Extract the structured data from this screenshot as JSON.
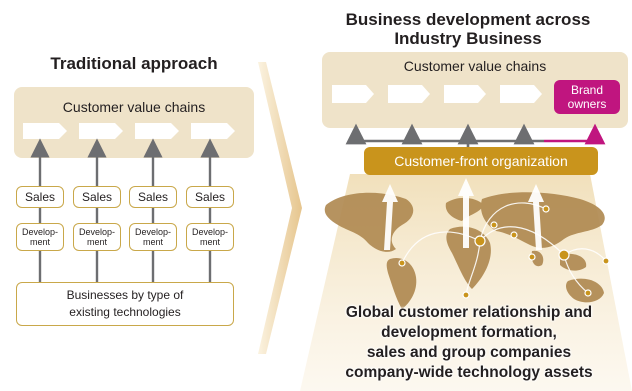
{
  "left": {
    "title": "Traditional approach",
    "panel_title": "Customer value chains",
    "sales_label": "Sales",
    "dev_label_line1": "Develop-",
    "dev_label_line2": "ment",
    "base_line1": "Businesses by type of",
    "base_line2": "existing technologies"
  },
  "right": {
    "title_line1": "Business development across",
    "title_line2": "Industry Business",
    "panel_title": "Customer value chains",
    "brand_line1": "Brand",
    "brand_line2": "owners",
    "org_label": "Customer-front organization",
    "bottom_line1": "Global customer relationship and",
    "bottom_line2": "development formation,",
    "bottom_line3": "sales and group companies",
    "bottom_line4": "company-wide technology assets"
  },
  "colors": {
    "panel": "#efe3c9",
    "accent_gold": "#c9941c",
    "box_border": "#c9a84a",
    "brand_magenta": "#c0157f",
    "arrow_gray": "#6d6e71",
    "map": "#b08a52"
  }
}
